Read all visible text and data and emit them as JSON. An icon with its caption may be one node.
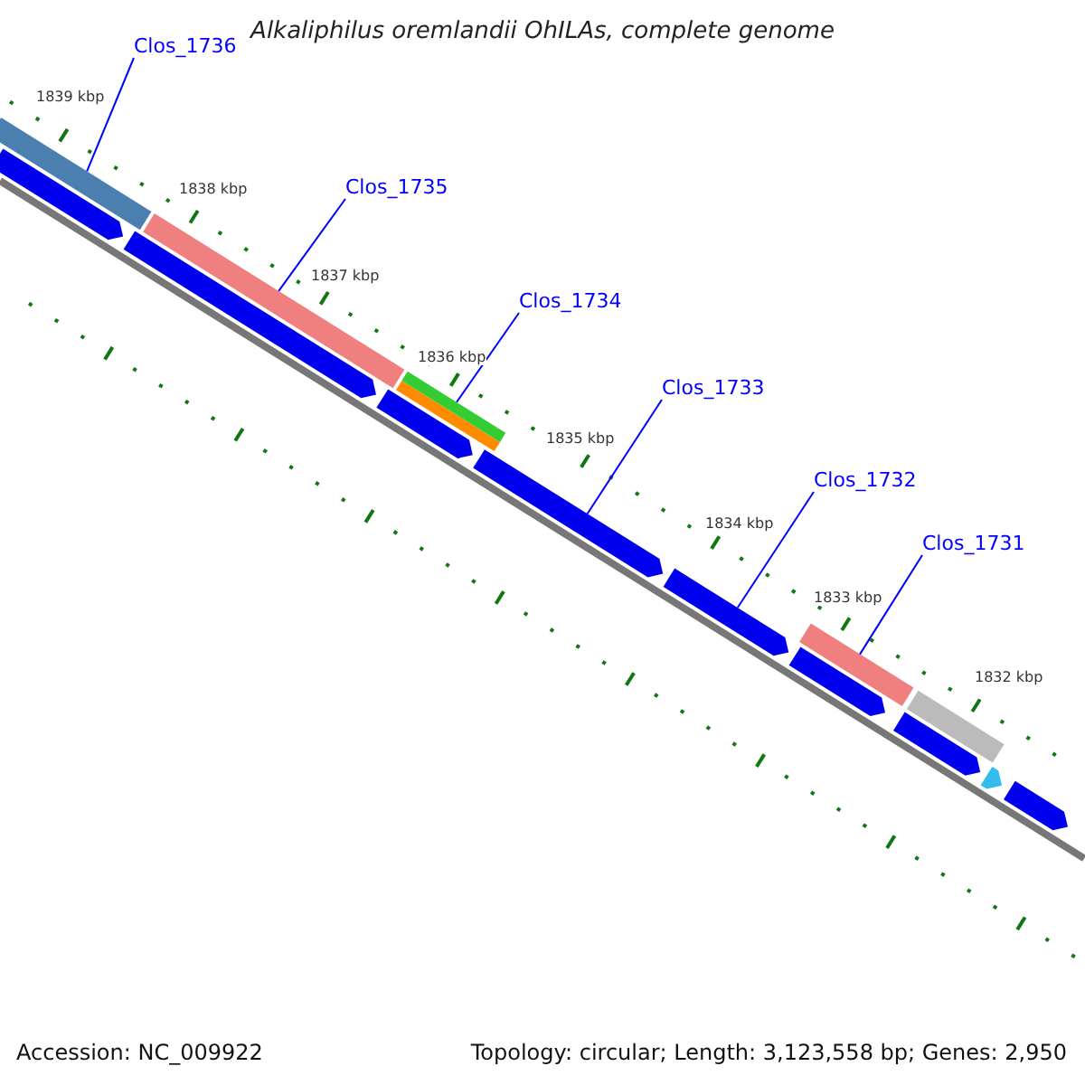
{
  "diagram": {
    "title": "Alkaliphilus oremlandii OhILAs, complete genome",
    "nodes": [
      {
        "text": [
          "Clos_1736"
        ]
      },
      {
        "text": [
          "Clos_1735"
        ]
      },
      {
        "text": [
          "Clos_1734"
        ]
      },
      {
        "text": [
          "Clos_1733"
        ]
      },
      {
        "text": [
          "Clos_1732"
        ]
      },
      {
        "text": [
          "Clos_1731"
        ]
      },
      {
        "text": [],
        "shape": "bar"
      },
      {
        "text": [],
        "shape": "bar"
      },
      {
        "text": [],
        "shape": "bar"
      },
      {
        "text": [],
        "shape": "arrow"
      },
      {
        "text": [],
        "shape": "arrow"
      },
      {
        "text": [],
        "shape": "bar"
      }
    ],
    "edges": [
      {
        "from": 0,
        "to": 6,
        "arrow": "none"
      },
      {
        "from": 1,
        "to": 7,
        "arrow": "none"
      },
      {
        "from": 2,
        "to": 8,
        "arrow": "none"
      },
      {
        "from": 3,
        "to": 9,
        "arrow": "none"
      },
      {
        "from": 4,
        "to": 10,
        "arrow": "none"
      },
      {
        "from": 5,
        "to": 11,
        "arrow": "none"
      }
    ],
    "labels": [
      "1839 kbp",
      "1838 kbp",
      "1837 kbp",
      "1836 kbp",
      "1835 kbp",
      "1834 kbp",
      "1833 kbp",
      "1832 kbp",
      "Accession: NC_009922",
      "Topology: circular; Length: 3,123,558 bp; Genes: 2,950"
    ]
  }
}
